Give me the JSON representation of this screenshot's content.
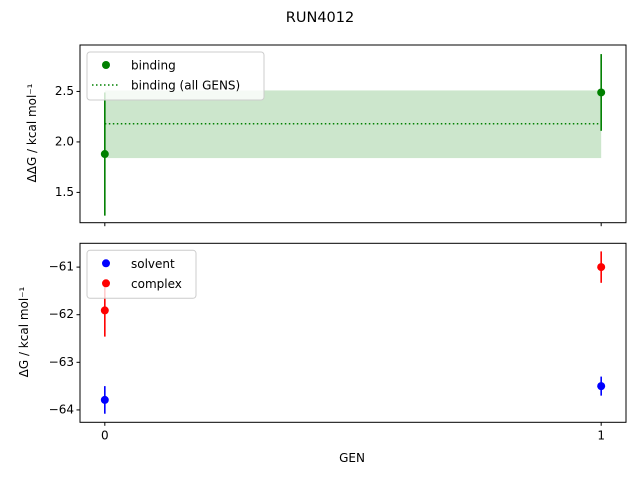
{
  "chart_data": [
    {
      "type": "scatter",
      "title": "RUN4012",
      "xlabel": "",
      "ylabel": "ΔΔG / kcal mol⁻¹",
      "xlim": [
        -0.05,
        1.05
      ],
      "ylim": [
        1.2,
        2.96
      ],
      "xticks": [
        0,
        1
      ],
      "yticks": [
        1.5,
        2.0,
        2.5
      ],
      "ytick_labels": [
        "1.5",
        "2.0",
        "2.5"
      ],
      "legend": "top-left",
      "series": [
        {
          "name": "binding",
          "color": "#008000",
          "marker": "circle",
          "x": [
            0,
            1
          ],
          "y": [
            1.88,
            2.49
          ],
          "yerr": [
            0.61,
            0.38
          ]
        }
      ],
      "bands": [
        {
          "name": "binding (all GENS)",
          "color": "#008000",
          "line_style": "dotted",
          "x": [
            0,
            1
          ],
          "mean": 2.18,
          "lower": 1.84,
          "upper": 2.51
        }
      ]
    },
    {
      "type": "scatter",
      "xlabel": "GEN",
      "ylabel": "ΔG / kcal mol⁻¹",
      "xlim": [
        -0.05,
        1.05
      ],
      "ylim": [
        -64.26,
        -60.5
      ],
      "xticks": [
        0,
        1
      ],
      "xtick_labels": [
        "0",
        "1"
      ],
      "yticks": [
        -64,
        -63,
        -62,
        -61
      ],
      "ytick_labels": [
        "−64",
        "−63",
        "−62",
        "−61"
      ],
      "legend": "top-left",
      "series": [
        {
          "name": "solvent",
          "color": "#0000ff",
          "marker": "circle",
          "x": [
            0,
            1
          ],
          "y": [
            -63.79,
            -63.5
          ],
          "yerr": [
            0.29,
            0.2
          ]
        },
        {
          "name": "complex",
          "color": "#ff0000",
          "marker": "circle",
          "x": [
            0,
            1
          ],
          "y": [
            -61.91,
            -61.0
          ],
          "yerr": [
            0.55,
            0.33
          ]
        }
      ]
    }
  ]
}
